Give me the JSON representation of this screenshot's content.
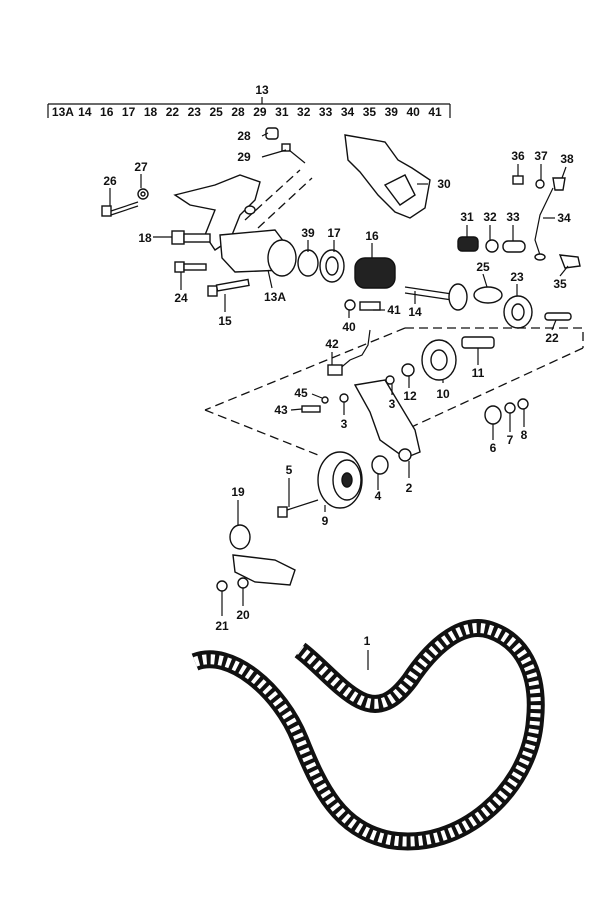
{
  "header": {
    "group_number": "13",
    "group_items": [
      "13A",
      "14",
      "16",
      "17",
      "18",
      "22",
      "23",
      "25",
      "28",
      "29",
      "31",
      "32",
      "33",
      "34",
      "35",
      "39",
      "40",
      "41"
    ]
  },
  "callouts": {
    "c1": "1",
    "c2": "2",
    "c3a": "3",
    "c3b": "3",
    "c4": "4",
    "c5": "5",
    "c6": "6",
    "c7": "7",
    "c8": "8",
    "c9": "9",
    "c10": "10",
    "c11": "11",
    "c12": "12",
    "c13a": "13A",
    "c14": "14",
    "c15": "15",
    "c16": "16",
    "c17": "17",
    "c18": "18",
    "c19": "19",
    "c20": "20",
    "c21": "21",
    "c22": "22",
    "c23": "23",
    "c24": "24",
    "c25": "25",
    "c26": "26",
    "c27": "27",
    "c28": "28",
    "c29": "29",
    "c30": "30",
    "c31": "31",
    "c32": "32",
    "c33": "33",
    "c34": "34",
    "c35": "35",
    "c36": "36",
    "c37": "37",
    "c38": "38",
    "c39": "39",
    "c40": "40",
    "c41": "41",
    "c42": "42",
    "c43": "43",
    "c45": "45"
  }
}
